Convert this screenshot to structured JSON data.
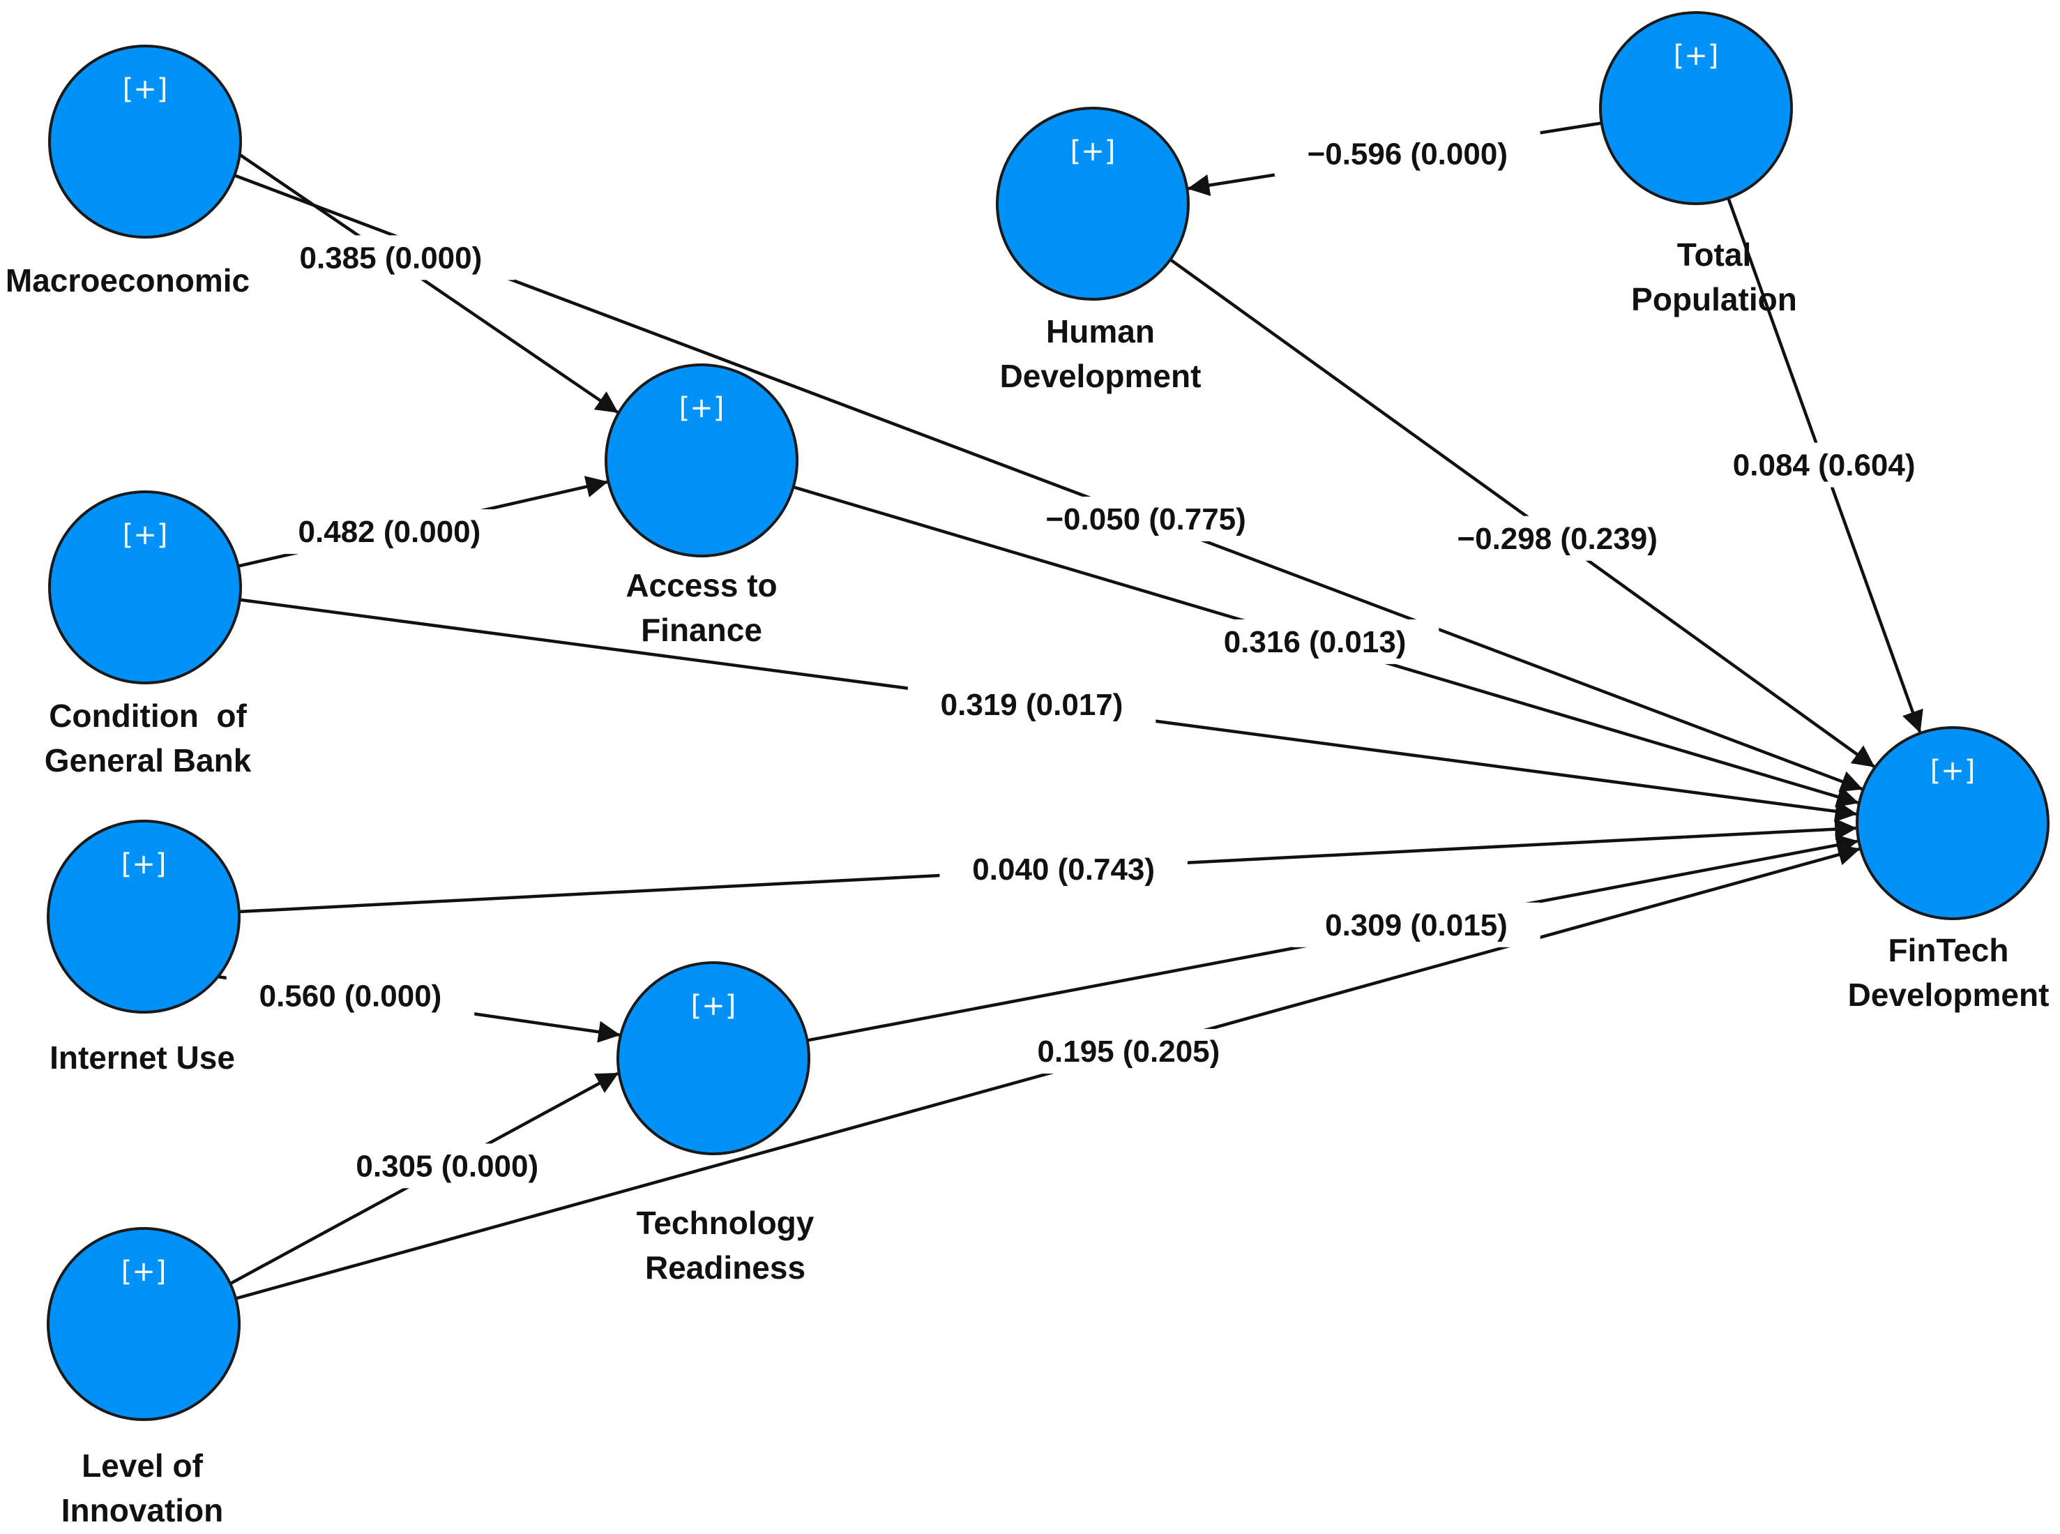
{
  "plus_symbol": "[+]",
  "colors": {
    "node_fill": "#0092f8",
    "node_stroke": "#1a1a1a",
    "edge": "#111111",
    "text": "#111111"
  },
  "nodes": [
    {
      "id": "macro",
      "label_lines": [
        "Macroeconomic"
      ]
    },
    {
      "id": "cond",
      "label_lines": [
        "Condition  of",
        "General Bank"
      ]
    },
    {
      "id": "internet",
      "label_lines": [
        "Internet Use"
      ]
    },
    {
      "id": "innov",
      "label_lines": [
        "Level of",
        "Innovation"
      ]
    },
    {
      "id": "access",
      "label_lines": [
        "Access to",
        "Finance"
      ]
    },
    {
      "id": "tech",
      "label_lines": [
        "Technology",
        "Readiness"
      ]
    },
    {
      "id": "human",
      "label_lines": [
        "Human",
        "Development"
      ]
    },
    {
      "id": "totalpop",
      "label_lines": [
        "Total",
        "Population"
      ]
    },
    {
      "id": "fintech",
      "label_lines": [
        "FinTech",
        "Development"
      ]
    }
  ],
  "edges": [
    {
      "from": "macro",
      "to": "access",
      "label": "0.385 (0.000)"
    },
    {
      "from": "cond",
      "to": "access",
      "label": "0.482 (0.000)"
    },
    {
      "from": "macro",
      "to": "fintech",
      "label": "−0.050 (0.775)"
    },
    {
      "from": "access",
      "to": "fintech",
      "label": "0.316 (0.013)"
    },
    {
      "from": "cond",
      "to": "fintech",
      "label": "0.319 (0.017)"
    },
    {
      "from": "internet",
      "to": "fintech",
      "label": "0.040 (0.743)"
    },
    {
      "from": "internet",
      "to": "tech",
      "label": "0.560 (0.000)"
    },
    {
      "from": "tech",
      "to": "fintech",
      "label": "0.309 (0.015)"
    },
    {
      "from": "innov",
      "to": "tech",
      "label": "0.305 (0.000)"
    },
    {
      "from": "innov",
      "to": "fintech",
      "label": "0.195 (0.205)"
    },
    {
      "from": "totalpop",
      "to": "human",
      "label": "−0.596 (0.000)"
    },
    {
      "from": "human",
      "to": "fintech",
      "label": "−0.298 (0.239)"
    },
    {
      "from": "totalpop",
      "to": "fintech",
      "label": "0.084 (0.604)"
    }
  ]
}
